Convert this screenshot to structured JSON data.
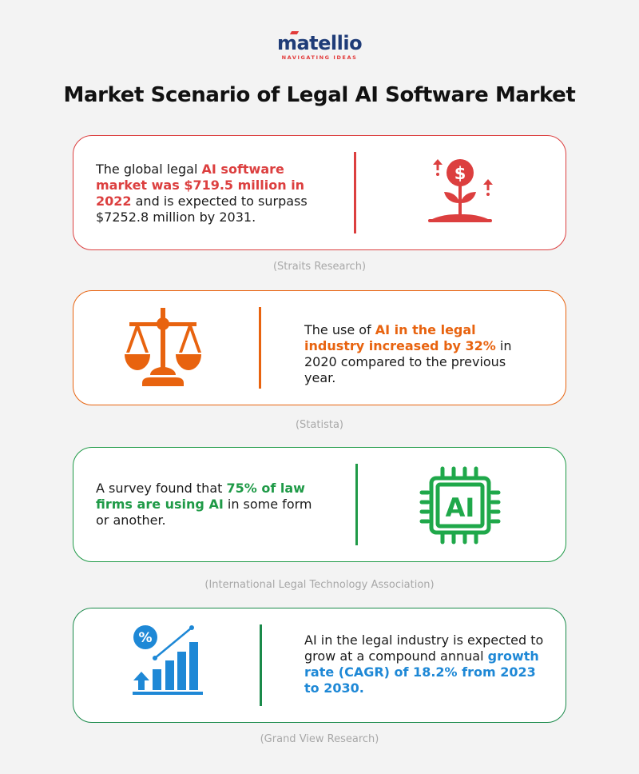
{
  "logo": {
    "name": "matellio",
    "tagline": "NAVIGATING IDEAS",
    "colors": {
      "word": "#1f3c78",
      "accent": "#e23b3b"
    }
  },
  "title": "Market Scenario of Legal AI Software Market",
  "cards": [
    {
      "color": "#dc3f3f",
      "icon": "money-plant-growth-icon",
      "text_before": "The global legal ",
      "highlight": "AI software market was $719.5 million in 2022",
      "text_after": " and is expected to surpass $7252.8 million by 2031.",
      "source": "(Straits Research)"
    },
    {
      "color": "#e8630f",
      "icon": "scales-of-justice-icon",
      "text_before": "The use of ",
      "highlight": "AI in the legal industry increased by 32%",
      "text_after": " in 2020 compared to the previous year.",
      "source": "(Statista)"
    },
    {
      "color": "#1f9a47",
      "icon": "ai-chip-icon",
      "text_before": "A survey found that ",
      "highlight": "75% of law firms are using AI",
      "text_after": " in some form or another.",
      "source": "(International Legal Technology Association)"
    },
    {
      "color": "#1e88d6",
      "border_color": "#1a8a4a",
      "icon": "growth-chart-percent-icon",
      "text_before": "AI in the legal industry is expected to grow at a compound annual ",
      "highlight": "growth rate (CAGR) of 18.2% from 2023 to 2030.",
      "text_after": "",
      "source": "(Grand View Research)"
    }
  ]
}
